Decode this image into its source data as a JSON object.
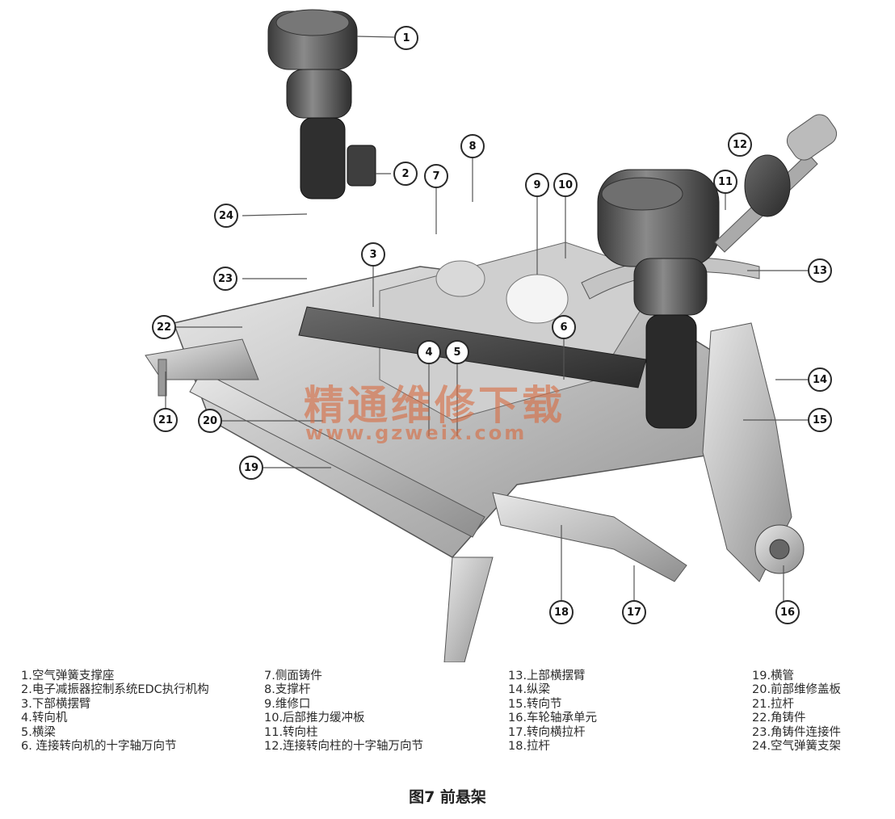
{
  "diagram": {
    "callouts": [
      "1",
      "2",
      "3",
      "4",
      "5",
      "6",
      "7",
      "8",
      "9",
      "10",
      "11",
      "12",
      "13",
      "14",
      "15",
      "16",
      "17",
      "18",
      "19",
      "20",
      "21",
      "22",
      "23",
      "24"
    ],
    "watermark": {
      "line1": "精通维修下载",
      "line2": "www.gzweix.com"
    }
  },
  "legend": {
    "col1": [
      "1.空气弹簧支撑座",
      "2.电子减振器控制系统EDC执行机构",
      "3.下部横摆臂",
      "4.转向机",
      "5.横梁",
      "6. 连接转向机的十字轴万向节"
    ],
    "col2": [
      "7.侧面铸件",
      "8.支撑杆",
      "9.维修口",
      "10.后部推力缓冲板",
      "11.转向柱",
      "12.连接转向柱的十字轴万向节"
    ],
    "col3": [
      "13.上部横摆臂",
      "14.纵梁",
      "15.转向节",
      "16.车轮轴承单元",
      "17.转向横拉杆",
      "18.拉杆"
    ],
    "col4": [
      "19.横管",
      "20.前部维修盖板",
      "21.拉杆",
      "22.角铸件",
      "23.角铸件连接件",
      "24.空气弹簧支架"
    ]
  },
  "caption": "图7 前悬架"
}
